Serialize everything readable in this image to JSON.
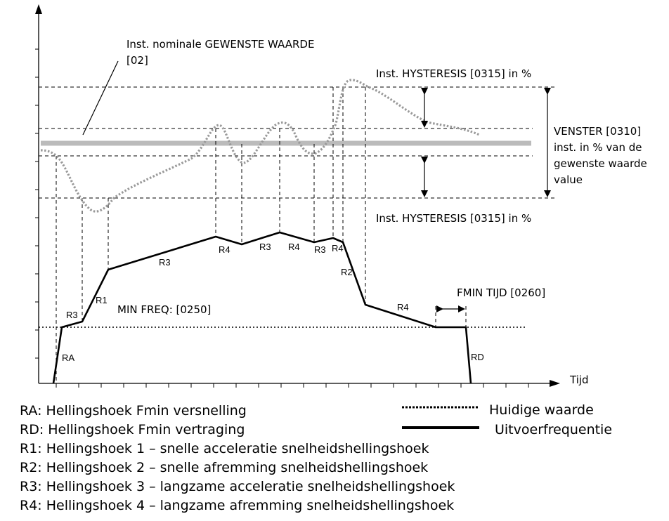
{
  "labels": {
    "nominal_line1": "Inst. nominale GEWENSTE WAARDE",
    "nominal_line2": "[02]",
    "hysteresis_top": "Inst. HYSTERESIS [0315] in %",
    "hysteresis_bottom": "Inst. HYSTERESIS [0315] in %",
    "window_line1": "VENSTER [0310]",
    "window_line2": "inst. in % van de",
    "window_line3": "gewenste waarde",
    "window_line4": "value",
    "min_freq": "MIN FREQ: [0250]",
    "fmin_time": "FMIN TIJD [0260]",
    "x_axis": "Tijd"
  },
  "segments": {
    "ra": "RA",
    "r3_a": "R3",
    "r1": "R1",
    "r3_b": "R3",
    "r4_a": "R4",
    "r3_c": "R3",
    "r4_b": "R4",
    "r3_d": "R3",
    "r4_c": "R4",
    "r2": "R2",
    "r4_d": "R4",
    "rd": "RD"
  },
  "legend": {
    "ra": "RA: Hellingshoek Fmin versnelling",
    "rd": "RD: Hellingshoek Fmin vertraging",
    "r1": "R1: Hellingshoek 1 – snelle acceleratie snelheidshellingshoek",
    "r2": "R2: Hellingshoek 2 – snelle afremming snelheidshellingshoek",
    "r3": "R3: Hellingshoek 3 – langzame acceleratie snelheidshellingshoek",
    "r4": "R4: Hellingshoek 4 – langzame afremming snelheidshellingshoek",
    "actual_value": "Huidige waarde",
    "output_frequency": "Uitvoerfrequentie"
  },
  "colors": {
    "setpoint_line": "#bbbbbb",
    "actual_value_curve": "#999999",
    "output_frequency_line": "#000000"
  }
}
